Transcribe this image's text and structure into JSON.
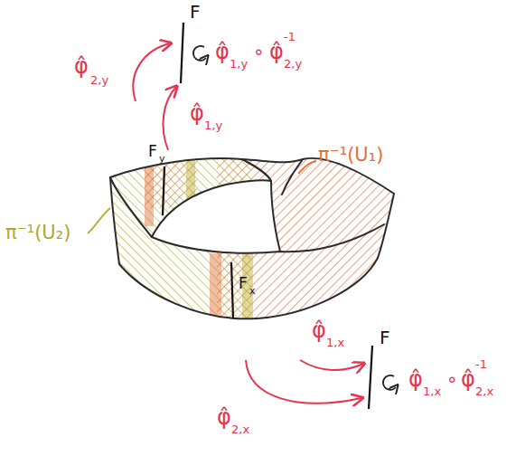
{
  "diagram": {
    "labels": [
      "F",
      "φ̂",
      "2,y",
      "φ̂",
      "1,y",
      "∘",
      "φ̂",
      "-1",
      "2,y",
      "φ̂",
      "1,y",
      "F",
      "y",
      "π⁻¹(U₁)",
      "π⁻¹(U₂)",
      "F",
      "x",
      "φ̂",
      "1,x",
      "F",
      "φ̂",
      "1,x",
      "∘",
      "φ̂",
      "-1",
      "2,x",
      "φ̂",
      "2,x"
    ]
  }
}
